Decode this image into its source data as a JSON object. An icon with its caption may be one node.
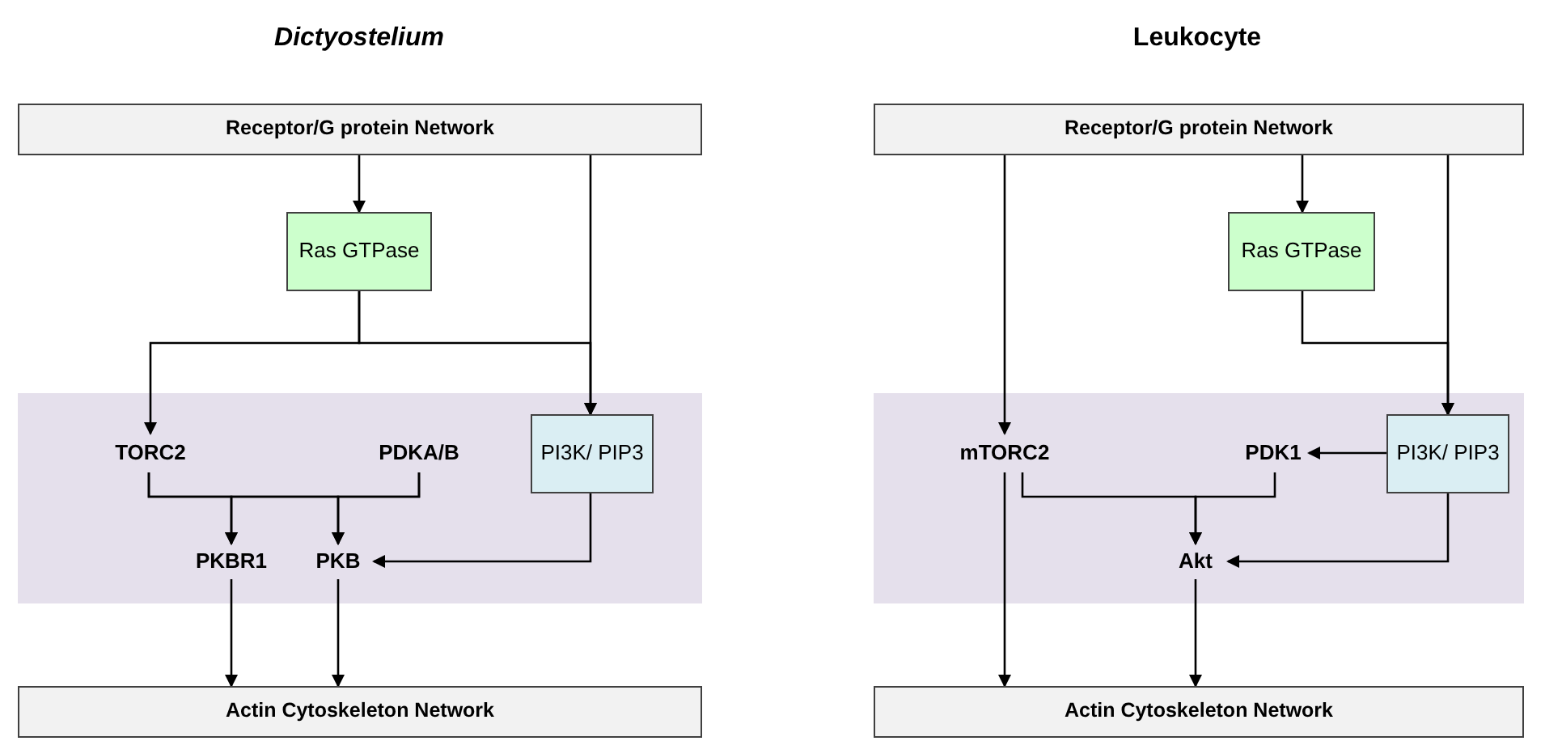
{
  "diagram": {
    "nodes": [
      {
        "text": [
          "Receptor/G protein Network"
        ]
      },
      {
        "text": [
          "Ras GTPase"
        ]
      },
      {
        "text": [
          "TORC2"
        ]
      },
      {
        "text": [
          "PDKA/B"
        ]
      },
      {
        "text": [
          "PI3K/ PIP3"
        ]
      },
      {
        "text": [
          "PKBR1"
        ]
      },
      {
        "text": [
          "PKB"
        ]
      },
      {
        "text": [
          "Actin Cytoskeleton Network"
        ]
      },
      {
        "text": [
          "Receptor/G protein Network"
        ]
      },
      {
        "text": [
          "Ras GTPase"
        ]
      },
      {
        "text": [
          "mTORC2"
        ]
      },
      {
        "text": [
          "PDK1"
        ]
      },
      {
        "text": [
          "PI3K/ PIP3"
        ]
      },
      {
        "text": [
          "Akt"
        ]
      },
      {
        "text": [
          "Actin Cytoskeleton Network"
        ]
      }
    ],
    "edges": [
      {
        "from": 0,
        "to": 1,
        "arrow": "to"
      },
      {
        "from": 0,
        "to": 4,
        "arrow": "to"
      },
      {
        "from": 1,
        "to": 2,
        "arrow": "to"
      },
      {
        "from": 1,
        "to": 4,
        "arrow": "to"
      },
      {
        "from": 2,
        "to": 5,
        "arrow": "to"
      },
      {
        "from": 2,
        "to": 6,
        "arrow": "to"
      },
      {
        "from": 3,
        "to": 5,
        "arrow": "to"
      },
      {
        "from": 3,
        "to": 6,
        "arrow": "to"
      },
      {
        "from": 4,
        "to": 6,
        "arrow": "to"
      },
      {
        "from": 5,
        "to": 7,
        "arrow": "to"
      },
      {
        "from": 6,
        "to": 7,
        "arrow": "to"
      },
      {
        "from": 8,
        "to": 10,
        "arrow": "to"
      },
      {
        "from": 8,
        "to": 9,
        "arrow": "to"
      },
      {
        "from": 8,
        "to": 12,
        "arrow": "to"
      },
      {
        "from": 9,
        "to": 12,
        "arrow": "to"
      },
      {
        "from": 12,
        "to": 11,
        "arrow": "to"
      },
      {
        "from": 10,
        "to": 13,
        "arrow": "to"
      },
      {
        "from": 11,
        "to": 13,
        "arrow": "to"
      },
      {
        "from": 12,
        "to": 13,
        "arrow": "to"
      },
      {
        "from": 10,
        "to": 14,
        "arrow": "to"
      },
      {
        "from": 13,
        "to": 14,
        "arrow": "to"
      }
    ],
    "labels": [
      "Dictyostelium",
      "Leukocyte"
    ]
  }
}
